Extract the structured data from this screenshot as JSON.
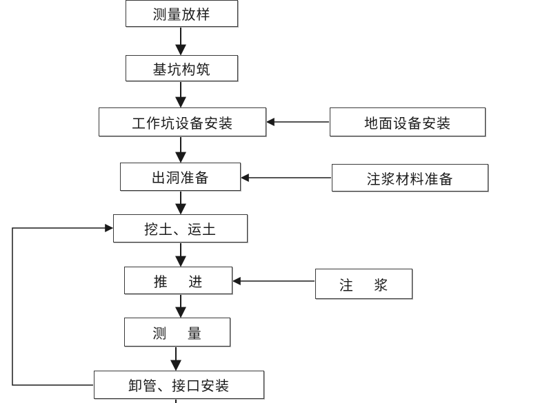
{
  "flowchart": {
    "main_steps": [
      "测量放样",
      "基坑构筑",
      "工作坑设备安装",
      "出洞准备",
      "挖土、运土",
      "推    进",
      "测    量",
      "卸管、接口安装"
    ],
    "side_inputs": [
      "地面设备安装",
      "注浆材料准备",
      "注    浆"
    ],
    "colors": {
      "line": "#1a1a1a",
      "box_border": "#3a3a3a",
      "text": "#1a1a1a"
    }
  }
}
